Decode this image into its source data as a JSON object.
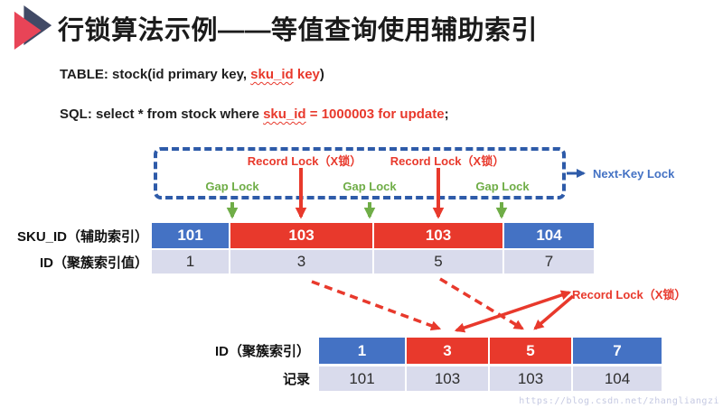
{
  "page": {
    "title": "行锁算法示例——等值查询使用辅助索引",
    "watermark": "https://blog.csdn.net/zhangliangzi"
  },
  "statements": {
    "table_prefix": "TABLE: stock(id primary key, ",
    "table_red_underlined": "sku_id",
    "table_red_rest": " key",
    "table_suffix": ")",
    "sql_prefix": "SQL: select * from stock where ",
    "sql_red_underlined": "sku_id",
    "sql_red_rest": " = 1000003 for update",
    "sql_suffix": ";"
  },
  "locks": {
    "record_lock_label": "Record Lock（X锁）",
    "gap_lock_label": "Gap Lock",
    "next_key_label": "Next-Key Lock"
  },
  "tables": {
    "secondary_index": {
      "row1_label": "SKU_ID（辅助索引）",
      "row2_label": "ID（聚簇索引值）",
      "row1_values": [
        "101",
        "103",
        "103",
        "104"
      ],
      "row2_values": [
        "1",
        "3",
        "5",
        "7"
      ],
      "locked_indices": [
        1,
        2
      ]
    },
    "clustered_index": {
      "row1_label": "ID（聚簇索引）",
      "row2_label": "记录",
      "row1_values": [
        "1",
        "3",
        "5",
        "7"
      ],
      "row2_values": [
        "101",
        "103",
        "103",
        "104"
      ],
      "locked_indices": [
        1,
        2
      ]
    }
  },
  "colors": {
    "locked_red": "#e8392c",
    "index_blue": "#4472c4",
    "value_row_bg": "#d9dbec",
    "gap_lock_green": "#6fad47",
    "next_key_blue": "#4472c4",
    "box_border_blue": "#2e5ba9"
  }
}
